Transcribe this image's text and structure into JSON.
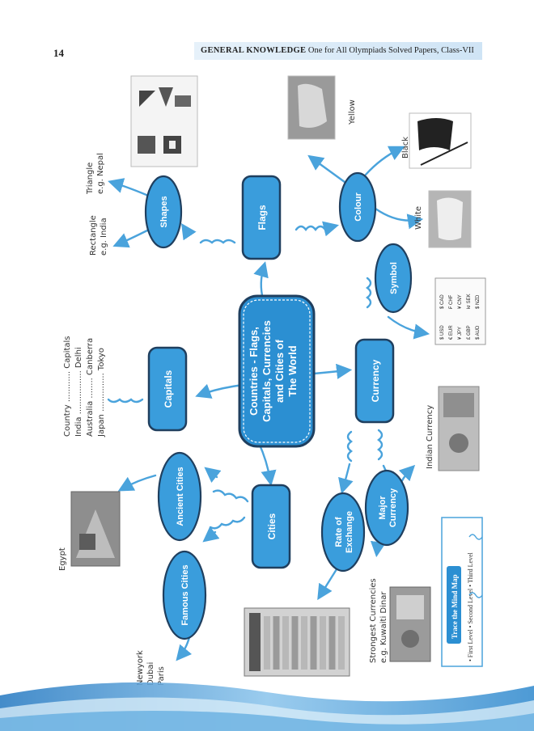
{
  "header": {
    "page_number": "14",
    "title_bold": "GENERAL KNOWLEDGE",
    "title_rest": "One for All Olympiads Solved Papers, Class-VII"
  },
  "center": {
    "lines": [
      "Countries - Flags,",
      "Capitals, Currencies",
      "and Cities of",
      "The World"
    ]
  },
  "nodes": {
    "flags": "Flags",
    "capitals": "Capitals",
    "currency": "Currency",
    "cities": "Cities",
    "shapes": "Shapes",
    "colour": "Colour",
    "symbol": "Symbol",
    "ancient_cities": "Ancient Cities",
    "famous_cities": "Famous Cities",
    "rate_of_exchange": [
      "Rate of",
      "Exchange"
    ],
    "major_currency": [
      "Major",
      "Currency"
    ]
  },
  "notes": {
    "rectangle": [
      "Rectangle",
      "e.g. India"
    ],
    "triangle": [
      "Triangle",
      "e.g. Nepal"
    ],
    "yellow": "Yellow",
    "black": "Black",
    "white": "White",
    "capitals_table": [
      "Country ............ Capitals",
      "India ................. Delhi",
      "Australia ........ Canberra",
      "Japan ............... Tokyo"
    ],
    "indian_currency": "Indian Currency",
    "strongest": [
      "Strongest Currencies",
      "e.g. Kuwaiti Dinar"
    ],
    "egypt": "Egypt",
    "famous_list": [
      "Newyork",
      "Dubai",
      "Paris"
    ]
  },
  "currency_symbols": [
    "$ USD",
    "€ EUR",
    "¥ JPY",
    "£ GBP",
    "$ AUD",
    "$ CAD",
    "₣ CHF",
    "¥ CNY",
    "kr SEK",
    "$ NZD"
  ],
  "trace": {
    "title": "Trace the Mind Map",
    "levels": "• First Level   • Second Level   • Third Level"
  },
  "colors": {
    "node_fill": "#3a9ddc",
    "node_stroke": "#1f3f5f",
    "arrow": "#4aa3dc",
    "center_fill": "#2b8fd2"
  }
}
